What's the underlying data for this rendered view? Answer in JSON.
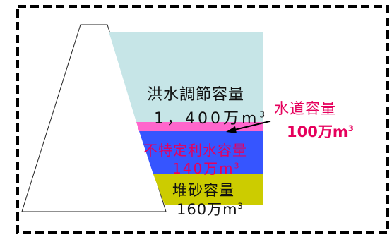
{
  "colors": {
    "flood_control": "#c6e5e7",
    "water_supply": "#ff66cc",
    "unspecified_water": "#3655ff",
    "sediment": "#cccc00",
    "accent_text": "#e6005c",
    "frame_border": "#000000"
  },
  "reservoir": {
    "flood_control": {
      "label": "洪水調節容量",
      "value_main": "1，400万m",
      "value_sup": "3"
    },
    "water_supply": {
      "label": "水道容量",
      "value_main": "100万m",
      "value_sup": "3"
    },
    "unspecified_water": {
      "label": "不特定利水容量",
      "value_main": "140万m",
      "value_sup": "3"
    },
    "sediment": {
      "label": "堆砂容量",
      "value_main": "160万m",
      "value_sup": "3"
    }
  }
}
